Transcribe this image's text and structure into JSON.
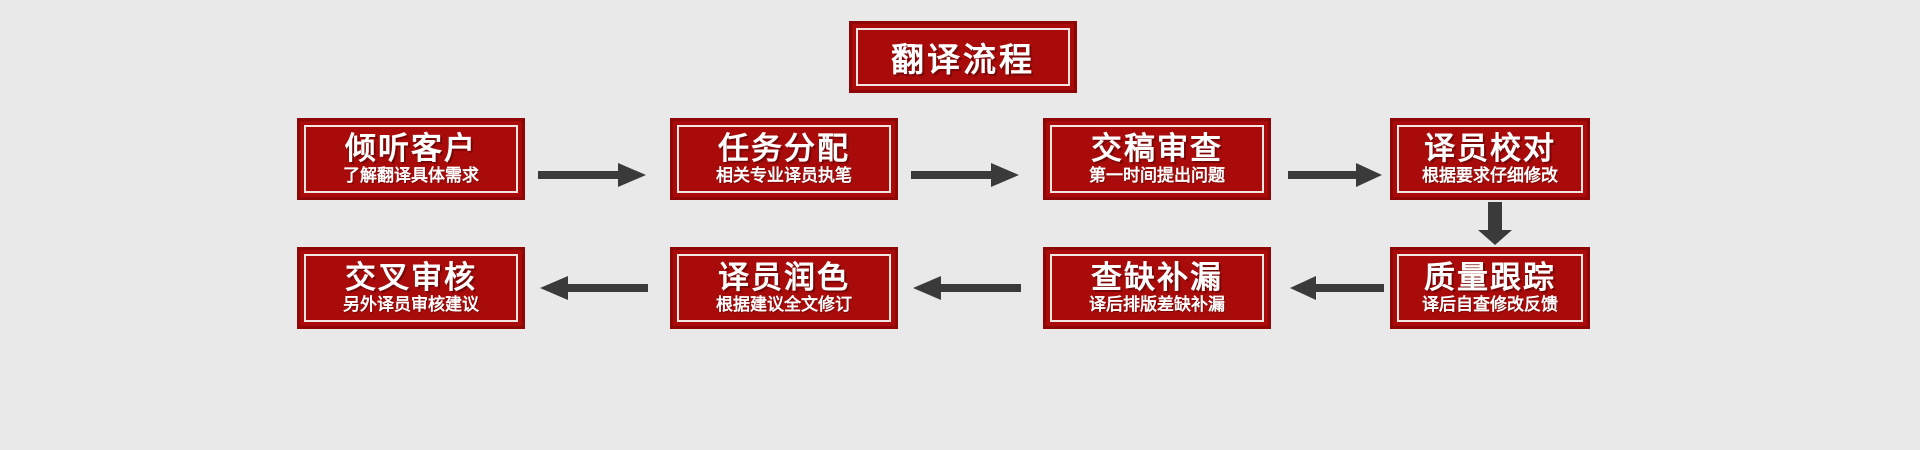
{
  "diagram": {
    "background_color": "#e9e9e9",
    "box_fill_color": "#a90a0a",
    "box_border_color": "#8e0606",
    "box_inner_line_color": "#f2e6e2",
    "text_color": "#ffffff",
    "arrow_color": "#3a3a3a",
    "header": {
      "title": "翻译流程"
    },
    "rows": [
      {
        "direction": "right",
        "steps": [
          {
            "title": "倾听客户",
            "subtitle": "了解翻译具体需求"
          },
          {
            "title": "任务分配",
            "subtitle": "相关专业译员执笔"
          },
          {
            "title": "交稿审查",
            "subtitle": "第一时间提出问题"
          },
          {
            "title": "译员校对",
            "subtitle": "根据要求仔细修改"
          }
        ]
      },
      {
        "direction": "left",
        "steps": [
          {
            "title": "交叉审核",
            "subtitle": "另外译员审核建议"
          },
          {
            "title": "译员润色",
            "subtitle": "根据建议全文修订"
          },
          {
            "title": "查缺补漏",
            "subtitle": "译后排版差缺补漏"
          },
          {
            "title": "质量跟踪",
            "subtitle": "译后自查修改反馈"
          }
        ]
      }
    ],
    "connectors": [
      {
        "name": "arrow-right-1",
        "direction": "right"
      },
      {
        "name": "arrow-right-2",
        "direction": "right"
      },
      {
        "name": "arrow-right-3",
        "direction": "right"
      },
      {
        "name": "arrow-down-1",
        "direction": "down"
      },
      {
        "name": "arrow-left-1",
        "direction": "left"
      },
      {
        "name": "arrow-left-2",
        "direction": "left"
      },
      {
        "name": "arrow-left-3",
        "direction": "left"
      }
    ]
  }
}
